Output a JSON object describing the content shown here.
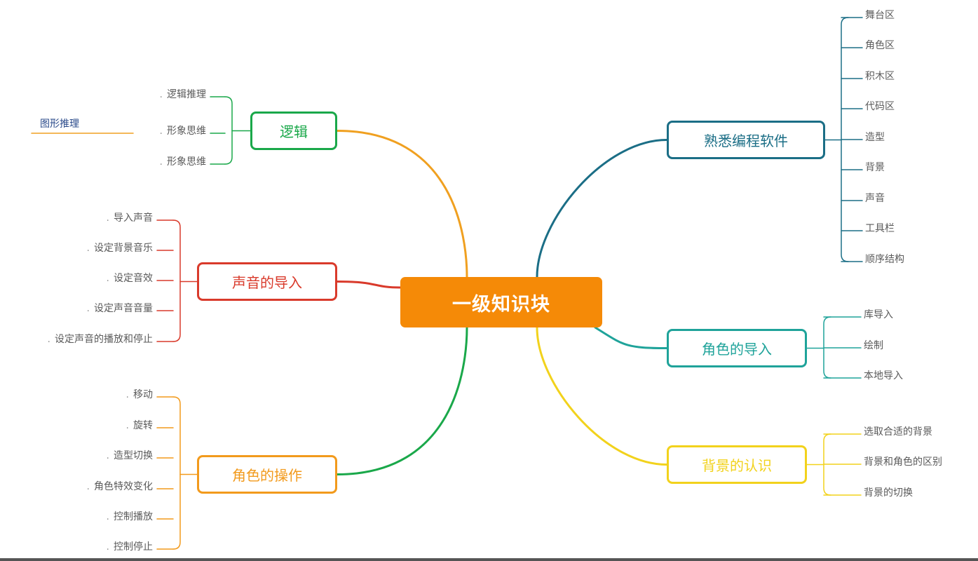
{
  "root": {
    "label": "一级知识块",
    "color": "#f58a07"
  },
  "branches": [
    {
      "id": "logic",
      "label": "逻辑",
      "side": "left",
      "color": "#1aa84a",
      "line": "#f0a020",
      "children": [
        "逻辑推理",
        "形象思维",
        "形象思维"
      ],
      "sub": {
        "label": "图形推理"
      }
    },
    {
      "id": "sound",
      "label": "声音的导入",
      "side": "left",
      "color": "#d93a2b",
      "line": "#d93a2b",
      "children": [
        "导入声音",
        "设定背景音乐",
        "设定音效",
        "设定声音音量",
        "设定声音的播放和停止"
      ]
    },
    {
      "id": "role-op",
      "label": "角色的操作",
      "side": "left",
      "color": "#f29a1c",
      "line": "#1aa84a",
      "children": [
        "移动",
        "旋转",
        "造型切换",
        "角色特效变化",
        "控制播放",
        "控制停止"
      ]
    },
    {
      "id": "software",
      "label": "熟悉编程软件",
      "side": "right",
      "color": "#1b6e86",
      "line": "#1b6e86",
      "children": [
        "舞台区",
        "角色区",
        "积木区",
        "代码区",
        "造型",
        "背景",
        "声音",
        "工具栏",
        "顺序结构"
      ]
    },
    {
      "id": "role-import",
      "label": "角色的导入",
      "side": "right",
      "color": "#1fa39a",
      "line": "#1fa39a",
      "children": [
        "库导入",
        "绘制",
        "本地导入"
      ]
    },
    {
      "id": "background",
      "label": "背景的认识",
      "side": "right",
      "color": "#f2d21c",
      "line": "#f2d21c",
      "children": [
        "选取合适的背景",
        "背景和角色的区别",
        "背景的切换"
      ]
    }
  ]
}
